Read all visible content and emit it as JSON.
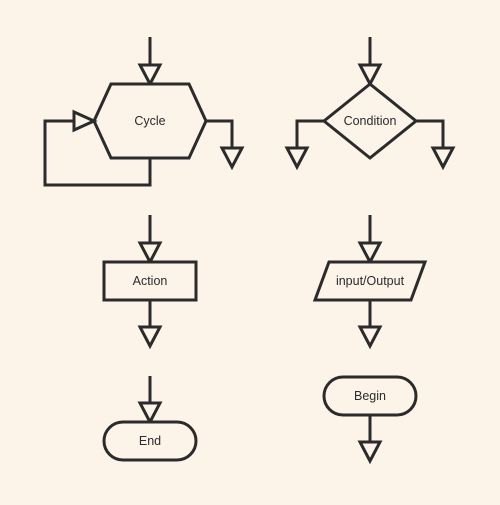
{
  "colors": {
    "background": "#fcf3e9",
    "stroke": "#2b2b2b",
    "shape_fill": "#fcf3e9"
  },
  "shapes": {
    "cycle": "Cycle",
    "condition": "Condition",
    "action": "Action",
    "io": "input/Output",
    "end": "End",
    "begin": "Begin"
  }
}
